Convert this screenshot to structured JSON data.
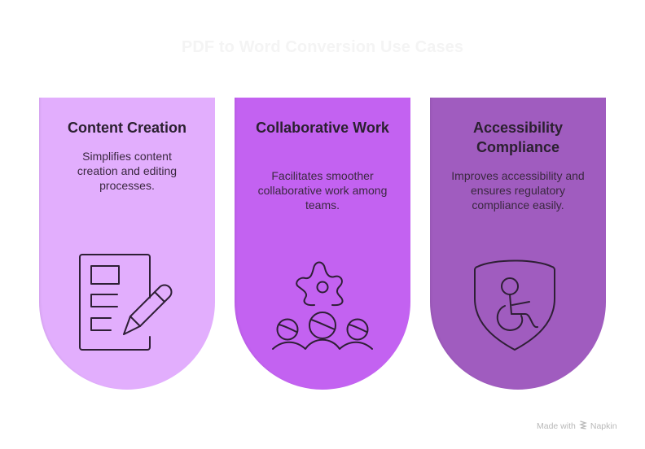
{
  "title": "PDF to Word Conversion Use Cases",
  "cards": [
    {
      "title": "Content Creation",
      "description": "Simplifies content creation and editing processes.",
      "icon": "document-edit-icon",
      "color": "#e2aefd"
    },
    {
      "title": "Collaborative Work",
      "description": "Facilitates smoother collaborative work among teams.",
      "icon": "team-gear-icon",
      "color": "#c362f1"
    },
    {
      "title": "Accessibility Compliance",
      "description": "Improves accessibility and ensures regulatory compliance easily.",
      "icon": "accessibility-shield-icon",
      "color": "#a05cbf"
    }
  ],
  "footer": {
    "made_with": "Made with",
    "brand": "Napkin"
  },
  "colors": {
    "stroke": "#2e1f35",
    "title": "#f4f4f4"
  }
}
